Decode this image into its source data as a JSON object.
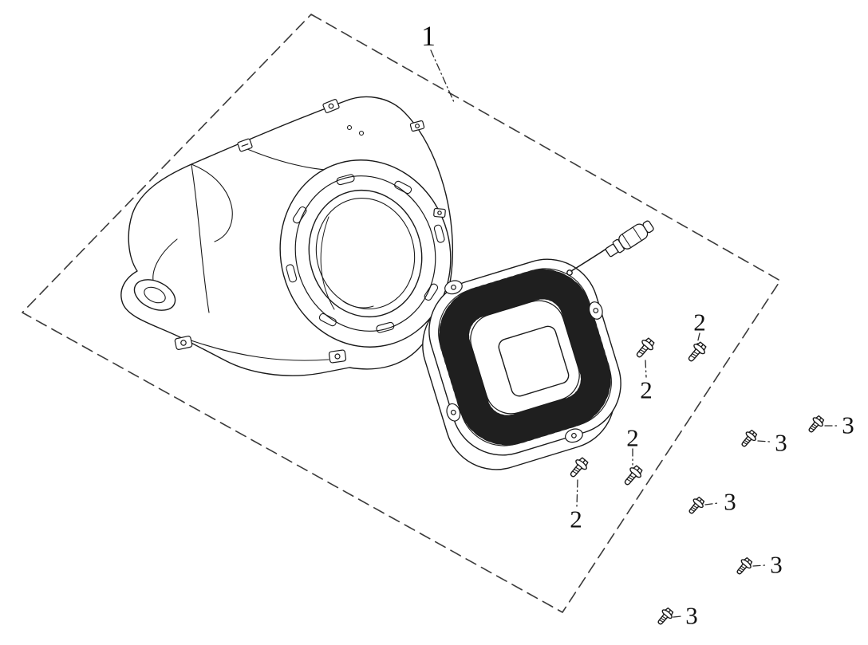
{
  "colors": {
    "ink": "#1a1a1a",
    "background": "#ffffff",
    "dash_border": "#3a3a3a"
  },
  "callouts": {
    "c1": {
      "label": "1"
    },
    "c2": [
      {
        "label": "2"
      },
      {
        "label": "2"
      },
      {
        "label": "2"
      },
      {
        "label": "2"
      }
    ],
    "c3": [
      {
        "label": "3"
      },
      {
        "label": "3"
      },
      {
        "label": "3"
      },
      {
        "label": "3"
      },
      {
        "label": "3"
      }
    ]
  }
}
